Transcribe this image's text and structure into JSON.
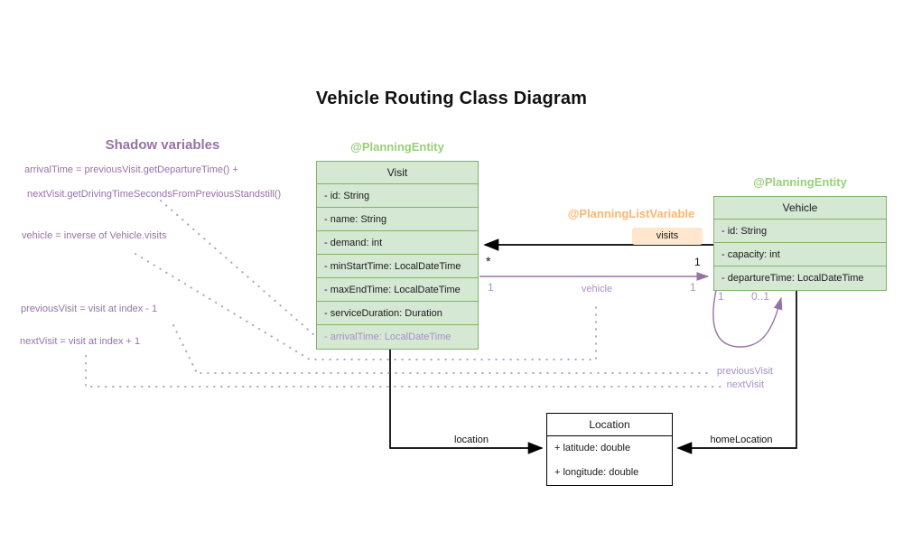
{
  "title": "Vehicle Routing Class Diagram",
  "shadow_panel": {
    "heading": "Shadow variables",
    "formulas": [
      "arrivalTime = previousVisit.getDepartureTime() +",
      "nextVisit.getDrivingTimeSecondsFromPreviousStandstill()",
      "vehicle = inverse of Vehicle.visits",
      "previousVisit = visit at index - 1",
      "nextVisit = visit at index + 1"
    ]
  },
  "annotations": {
    "visit_entity": "@PlanningEntity",
    "vehicle_entity": "@PlanningEntity",
    "planning_list_variable": "@PlanningListVariable"
  },
  "classes": {
    "visit": {
      "name": "Visit",
      "rows": [
        "- id: String",
        "- name: String",
        "- demand: int",
        "- minStartTime: LocalDateTime",
        "- maxEndTime: LocalDateTime",
        "- serviceDuration: Duration",
        "- arrivalTime: LocalDateTime"
      ]
    },
    "vehicle": {
      "name": "Vehicle",
      "rows": [
        "- id: String",
        "- capacity: int",
        "- departureTime: LocalDateTime"
      ]
    },
    "location": {
      "name": "Location",
      "rows": [
        "+ latitude: double",
        "+ longitude: double"
      ]
    }
  },
  "relations": {
    "visits": {
      "label": "visits",
      "vehicle_mult": "1",
      "visit_mult": "*"
    },
    "vehicle": {
      "label": "vehicle",
      "visit_mult": "1",
      "vehicle_mult": "1"
    },
    "vehicle_self_loop": {
      "source_mult": "1",
      "target_mult": "0..1"
    },
    "previous_visit": {
      "label": "previousVisit"
    },
    "next_visit": {
      "label": "nextVisit"
    },
    "location": {
      "label": "location"
    },
    "home_location": {
      "label": "homeLocation"
    }
  },
  "colors": {
    "class_fill_green": "#d5e8d4",
    "class_stroke_green": "#82b366",
    "entity_annotation_green": "#97d077",
    "list_variable_orange": "#ffb570",
    "visits_badge_fill": "#ffe6cc",
    "purple_text": "#9673a6",
    "light_purple_text": "#a98fc4",
    "black": "#111111"
  }
}
